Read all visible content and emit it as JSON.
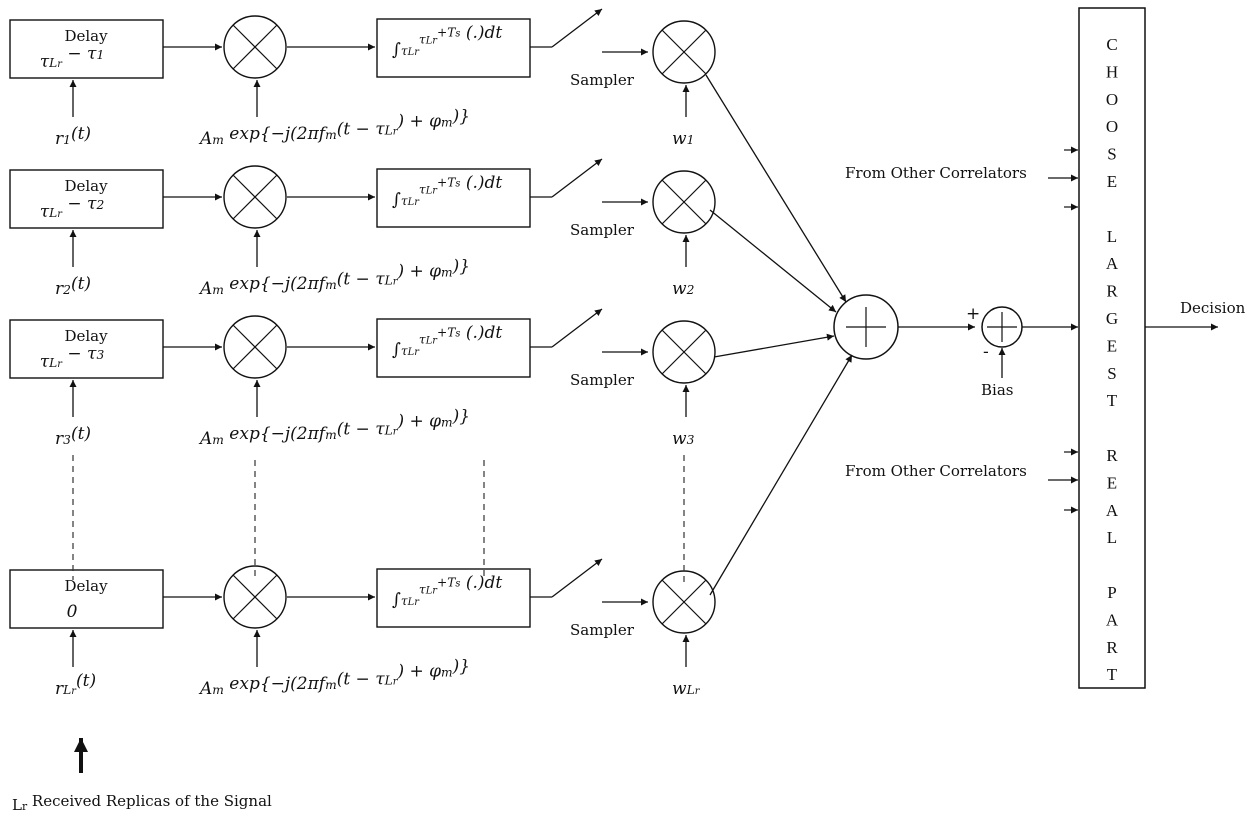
{
  "rows": [
    {
      "delay_label": "Delay",
      "delay_value": "τ_{L_r} − τ_1",
      "input_label": "r_1(t)",
      "mixer_label": "A_m exp{−j(2πf_m(t − τ_{L_r}) + φ_m)}",
      "integrator_label": "∫_{τ_{L_r}}^{τ_{L_r}+T_s} (.)dt",
      "sampler_label": "Sampler",
      "weight_label": "w_1"
    },
    {
      "delay_label": "Delay",
      "delay_value": "τ_{L_r} − τ_2",
      "input_label": "r_2(t)",
      "mixer_label": "A_m exp{−j(2πf_m(t − τ_{L_r}) + φ_m)}",
      "integrator_label": "∫_{τ_{L_r}}^{τ_{L_r}+T_s} (.)dt",
      "sampler_label": "Sampler",
      "weight_label": "w_2"
    },
    {
      "delay_label": "Delay",
      "delay_value": "τ_{L_r} − τ_3",
      "input_label": "r_3(t)",
      "mixer_label": "A_m exp{−j(2πf_m(t − τ_{L_r}) + φ_m)}",
      "integrator_label": "∫_{τ_{L_r}}^{τ_{L_r}+T_s} (.)dt",
      "sampler_label": "Sampler",
      "weight_label": "w_3"
    },
    {
      "delay_label": "Delay",
      "delay_value": "0",
      "input_label": "r_{L_r}(t)",
      "mixer_label": "A_m exp{−j(2πf_m(t − τ_{L_r}) + φ_m)}",
      "integrator_label": "∫_{τ_{L_r}}^{τ_{L_r}+T_s} (.)dt",
      "sampler_label": "Sampler",
      "weight_label": "w_{L_r}"
    }
  ],
  "replicas_label": "L_r Received Replicas of the Signal",
  "from_other_correlators": [
    "From Other Correlators",
    "From Other Correlators"
  ],
  "bias_label": "Bias",
  "plus_sign": "+",
  "minus_sign": "-",
  "decision_label": "Decision",
  "choose_block_letters": [
    "C",
    "H",
    "O",
    "O",
    "S",
    "E",
    "",
    "L",
    "A",
    "R",
    "G",
    "E",
    "S",
    "T",
    "",
    "R",
    "E",
    "A",
    "L",
    "",
    "P",
    "A",
    "R",
    "T"
  ]
}
